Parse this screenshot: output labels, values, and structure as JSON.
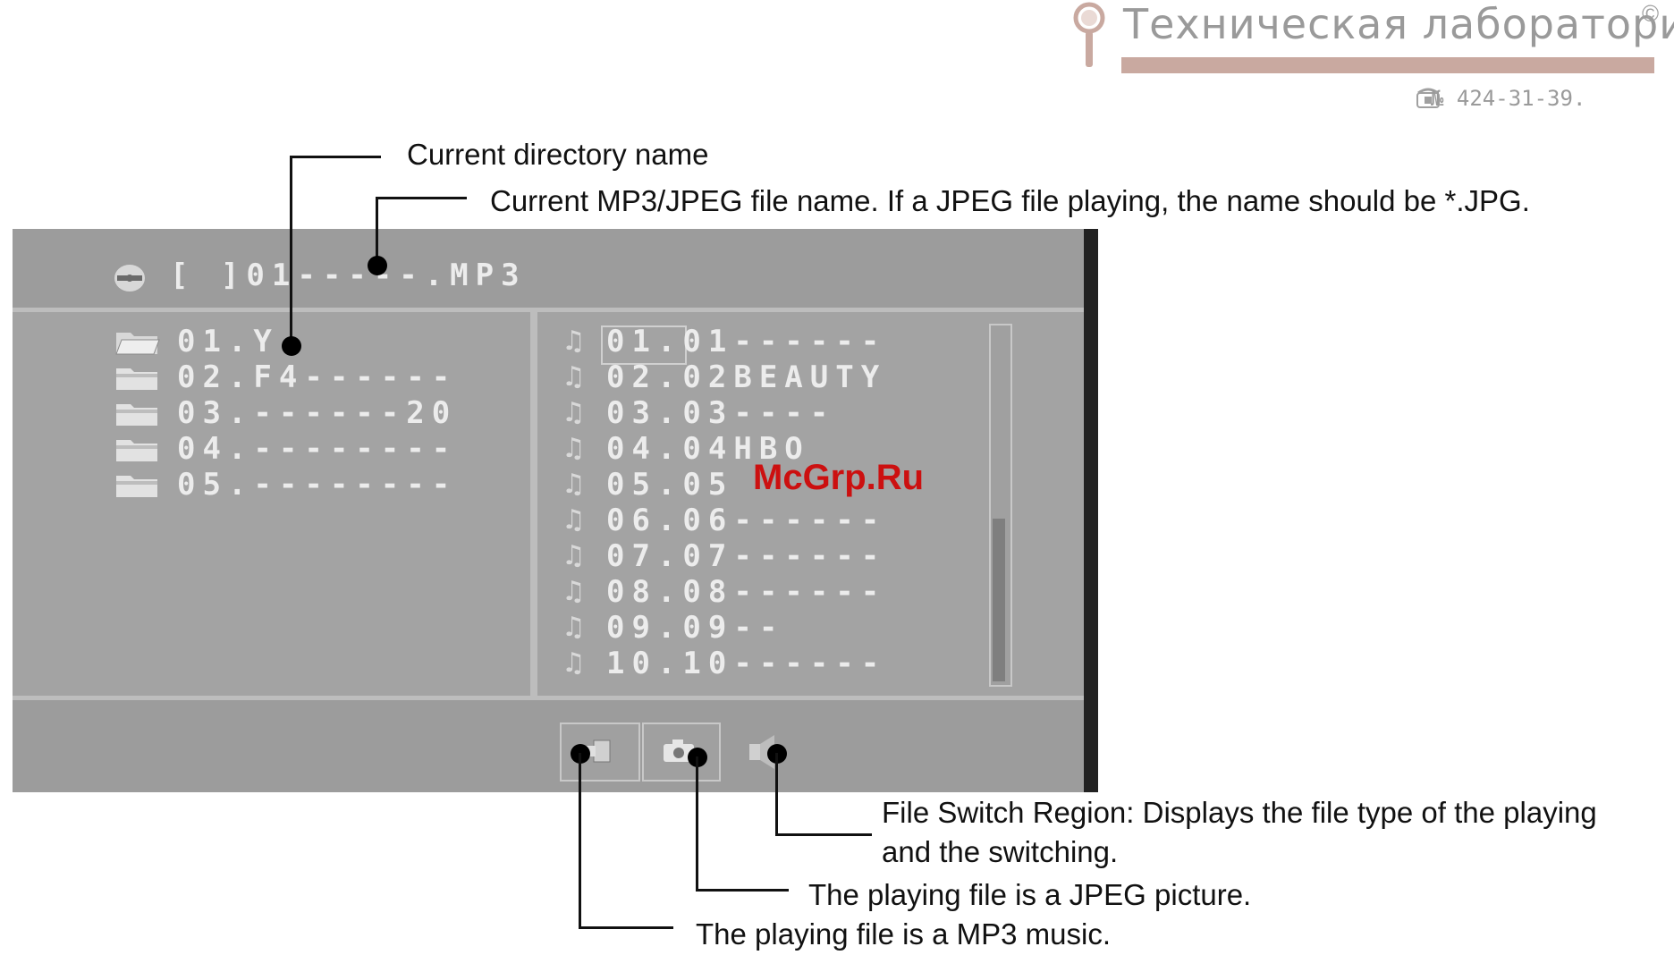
{
  "watermark": {
    "title": "Техническая лаборатория",
    "copyright": "©",
    "number": "№ 424-31-39."
  },
  "annotations": {
    "current_directory": "Current directory name",
    "current_file": "Current MP3/JPEG file name. If a JPEG file playing, the name should be *.JPG.",
    "file_switch_line1": "File Switch Region: Displays the file type of the playing",
    "file_switch_line2": "and the switching.",
    "jpeg_playing": "The playing file is a JPEG picture.",
    "mp3_playing": "The playing file is a MP3 music."
  },
  "screen": {
    "current_path": "[ ]01-----.MP3",
    "folders": [
      {
        "label": "01.Y"
      },
      {
        "label": "02.F4------"
      },
      {
        "label": "03.------20"
      },
      {
        "label": "04.--------"
      },
      {
        "label": "05.--------"
      }
    ],
    "files": [
      {
        "label": "01.01------"
      },
      {
        "label": "02.02BEAUTY"
      },
      {
        "label": "03.03----"
      },
      {
        "label": "04.04HBO"
      },
      {
        "label": "05.05"
      },
      {
        "label": "06.06------"
      },
      {
        "label": "07.07------"
      },
      {
        "label": "08.08------"
      },
      {
        "label": "09.09--"
      },
      {
        "label": "10.10------"
      }
    ],
    "file_switch_icons": [
      "music-file-icon",
      "camera-icon",
      "speaker-icon"
    ]
  },
  "site_watermark": "McGrp.Ru",
  "colors": {
    "screen_bg": "#9c9c9c",
    "osd_text": "#ececec",
    "watermark_bar": "#c9a9a0",
    "site_watermark": "#cc1010"
  }
}
